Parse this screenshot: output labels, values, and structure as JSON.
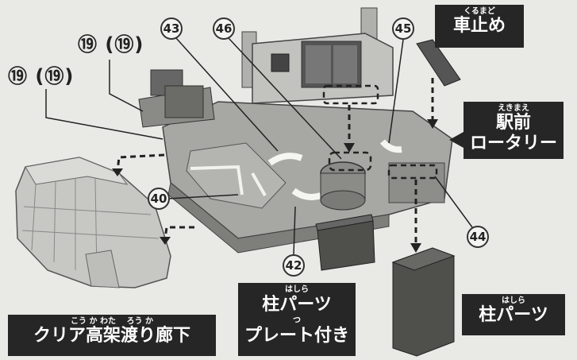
{
  "part_numbers": {
    "p19_a": "⑲",
    "p19_a_paren": "(⑲)",
    "p19_b": "⑲",
    "p19_b_paren": "(⑲)",
    "p40": "40",
    "p42": "42",
    "p43": "43",
    "p44": "44",
    "p45": "45",
    "p46": "46"
  },
  "callouts": {
    "car_stop": {
      "ruby": "くるまど",
      "label": "車止め"
    },
    "station_rotary": {
      "ruby": "えきまえ",
      "line1": "駅前",
      "line2": "ロータリー"
    },
    "pillar_parts_right": {
      "ruby": "はしら",
      "label": "柱パーツ"
    },
    "pillar_parts_plate": {
      "ruby": "はしら",
      "line1": "柱パーツ",
      "ruby2": "つ",
      "line2": "プレート付き"
    },
    "clear_walkway": {
      "ruby": "こう か わた　 ろう か",
      "label": "クリア高架渡り廊下"
    }
  },
  "colors": {
    "background": "#e9e9e6",
    "callout_bg": "#262626",
    "callout_text": "#ffffff",
    "model_grey": "#9a9a96",
    "model_light": "#cfcfcb",
    "clear_part": "#b9b9b5"
  }
}
